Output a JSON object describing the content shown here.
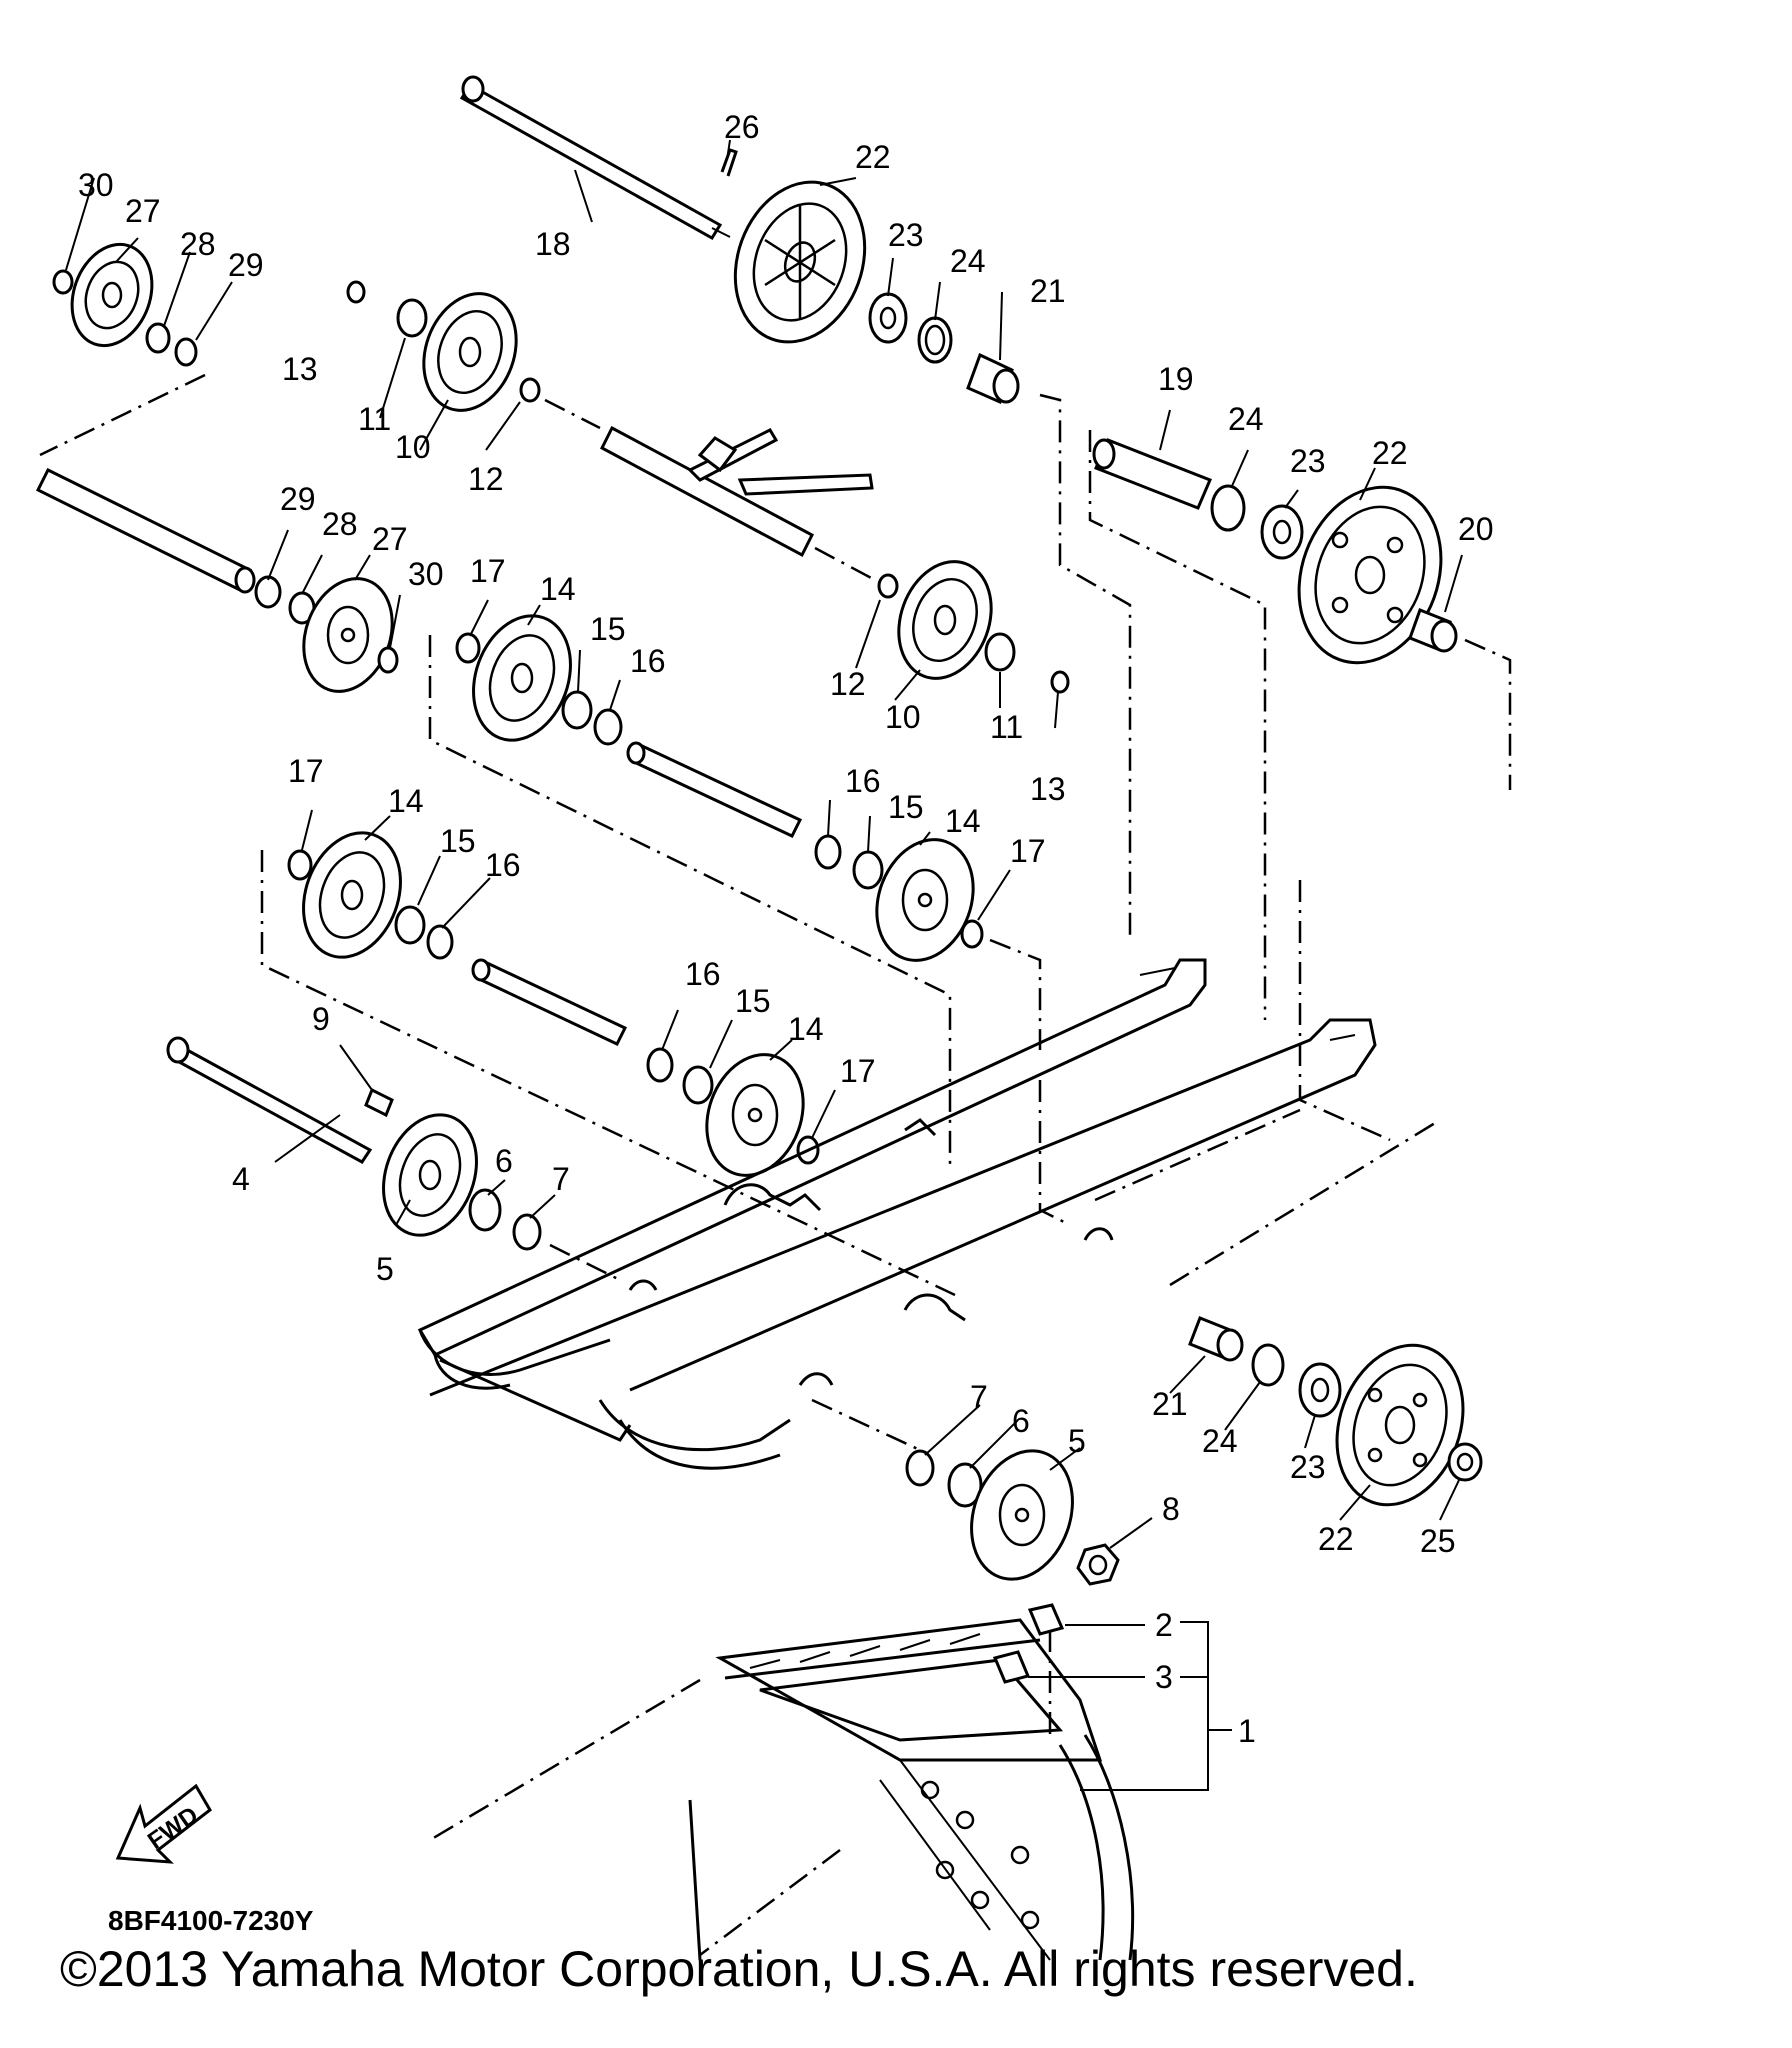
{
  "callouts": [
    {
      "id": "c30a",
      "text": "30"
    },
    {
      "id": "c27a",
      "text": "27"
    },
    {
      "id": "c28a",
      "text": "28"
    },
    {
      "id": "c29a",
      "text": "29"
    },
    {
      "id": "c13a",
      "text": "13"
    },
    {
      "id": "c11a",
      "text": "11"
    },
    {
      "id": "c10a",
      "text": "10"
    },
    {
      "id": "c12a",
      "text": "12"
    },
    {
      "id": "c18",
      "text": "18"
    },
    {
      "id": "c26",
      "text": "26"
    },
    {
      "id": "c22a",
      "text": "22"
    },
    {
      "id": "c23a",
      "text": "23"
    },
    {
      "id": "c24a",
      "text": "24"
    },
    {
      "id": "c21a",
      "text": "21"
    },
    {
      "id": "c19",
      "text": "19"
    },
    {
      "id": "c24b",
      "text": "24"
    },
    {
      "id": "c23b",
      "text": "23"
    },
    {
      "id": "c22b",
      "text": "22"
    },
    {
      "id": "c20",
      "text": "20"
    },
    {
      "id": "c29b",
      "text": "29"
    },
    {
      "id": "c28b",
      "text": "28"
    },
    {
      "id": "c27b",
      "text": "27"
    },
    {
      "id": "c30b",
      "text": "30"
    },
    {
      "id": "c17a",
      "text": "17"
    },
    {
      "id": "c14a",
      "text": "14"
    },
    {
      "id": "c15a",
      "text": "15"
    },
    {
      "id": "c16a",
      "text": "16"
    },
    {
      "id": "c12b",
      "text": "12"
    },
    {
      "id": "c10b",
      "text": "10"
    },
    {
      "id": "c11b",
      "text": "11"
    },
    {
      "id": "c13b",
      "text": "13"
    },
    {
      "id": "c17b",
      "text": "17"
    },
    {
      "id": "c14b",
      "text": "14"
    },
    {
      "id": "c15b",
      "text": "15"
    },
    {
      "id": "c16b",
      "text": "16"
    },
    {
      "id": "c16c",
      "text": "16"
    },
    {
      "id": "c15c",
      "text": "15"
    },
    {
      "id": "c14c",
      "text": "14"
    },
    {
      "id": "c17c",
      "text": "17"
    },
    {
      "id": "c16d",
      "text": "16"
    },
    {
      "id": "c15d",
      "text": "15"
    },
    {
      "id": "c14d",
      "text": "14"
    },
    {
      "id": "c17d",
      "text": "17"
    },
    {
      "id": "c9",
      "text": "9"
    },
    {
      "id": "c4",
      "text": "4"
    },
    {
      "id": "c6a",
      "text": "6"
    },
    {
      "id": "c7a",
      "text": "7"
    },
    {
      "id": "c5a",
      "text": "5"
    },
    {
      "id": "c21b",
      "text": "21"
    },
    {
      "id": "c24c",
      "text": "24"
    },
    {
      "id": "c23c",
      "text": "23"
    },
    {
      "id": "c22c",
      "text": "22"
    },
    {
      "id": "c25",
      "text": "25"
    },
    {
      "id": "c7b",
      "text": "7"
    },
    {
      "id": "c6b",
      "text": "6"
    },
    {
      "id": "c5b",
      "text": "5"
    },
    {
      "id": "c8",
      "text": "8"
    },
    {
      "id": "c2",
      "text": "2"
    },
    {
      "id": "c3",
      "text": "3"
    },
    {
      "id": "c1",
      "text": "1"
    }
  ],
  "fwd_label": "FWD",
  "diagram_code": "8BF4100-7230Y",
  "copyright": "©2013 Yamaha Motor Corporation, U.S.A. All rights reserved."
}
